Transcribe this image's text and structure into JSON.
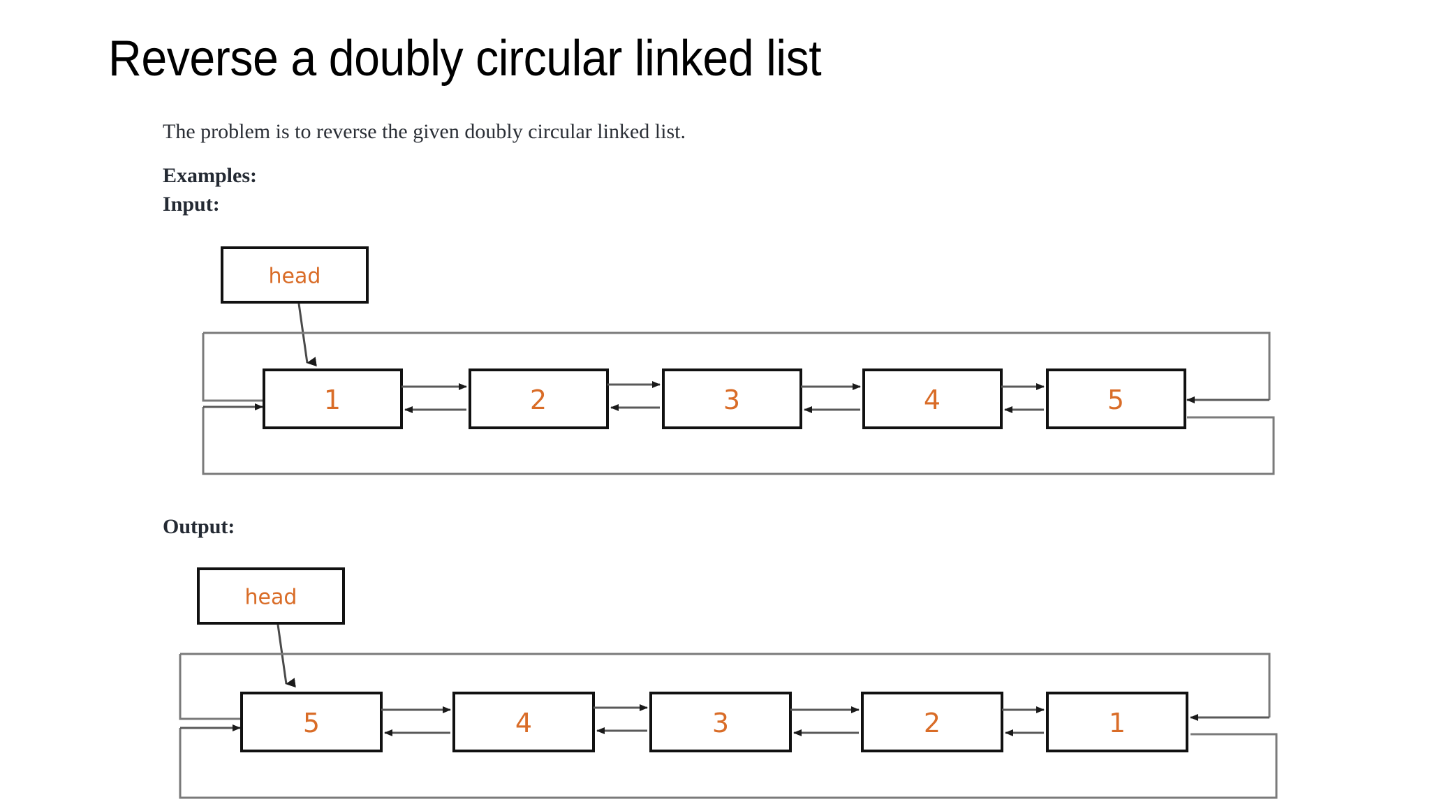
{
  "slide": {
    "title": "Reverse a doubly circular linked list",
    "intro": "The problem is to reverse the given doubly circular linked list.",
    "examples_label": "Examples:",
    "input_label": "Input:",
    "output_label": "Output:"
  },
  "colors": {
    "node_text": "#d96c27",
    "node_border": "#111111",
    "link": "#595959",
    "wrap_link": "#7a7a7a",
    "title_text": "#000000",
    "body_text": "#2b2f36",
    "background": "#ffffff"
  },
  "diagrams": [
    {
      "name": "input-diagram",
      "head_box_label": "head",
      "nodes": [
        "1",
        "2",
        "3",
        "4",
        "5"
      ],
      "direction": "bidirectional",
      "circular": true
    },
    {
      "name": "output-diagram",
      "head_box_label": "head",
      "nodes": [
        "5",
        "4",
        "3",
        "2",
        "1"
      ],
      "direction": "bidirectional",
      "circular": true
    }
  ]
}
